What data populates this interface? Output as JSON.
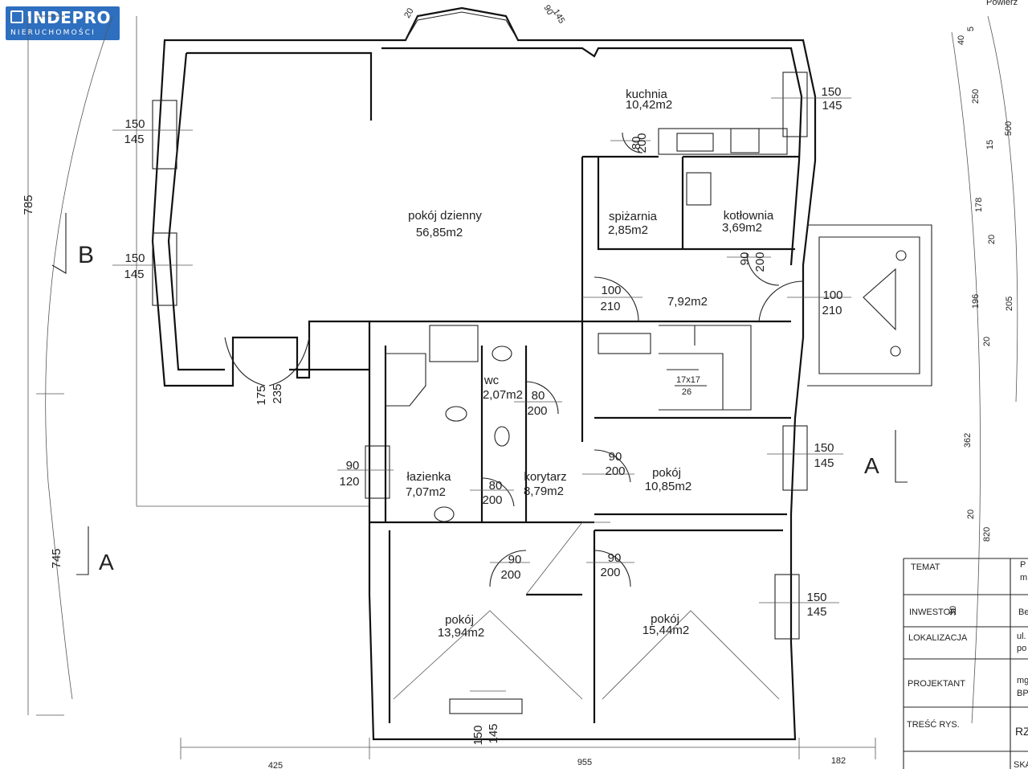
{
  "logo": {
    "brand": "INDEPRO",
    "sub": "NIERUCHOMOŚCI"
  },
  "rooms": {
    "kitchen": {
      "name": "kuchnia",
      "area": "10,42m2"
    },
    "living": {
      "name": "pokój dzienny",
      "area": "56,85m2"
    },
    "pantry": {
      "name": "spiżarnia",
      "area": "2,85m2"
    },
    "boiler": {
      "name": "kotłownia",
      "area": "3,69m2"
    },
    "hall": {
      "area": "7,92m2"
    },
    "wc": {
      "name": "wc",
      "area": "2,07m2"
    },
    "bathroom": {
      "name": "łazienka",
      "area": "7,07m2"
    },
    "corridor": {
      "name": "korytarz",
      "area": "8,79m2"
    },
    "room1": {
      "name": "pokój",
      "area": "10,85m2"
    },
    "room2": {
      "name": "pokój",
      "area": "13,94m2"
    },
    "room3": {
      "name": "pokój",
      "area": "15,44m2"
    }
  },
  "dims": {
    "w150": "150",
    "w145": "145",
    "d100": "100",
    "d210": "210",
    "d90": "90",
    "d200": "200",
    "d80": "80",
    "d120": "120",
    "d175": "175",
    "d235": "235",
    "stairs": "17x17",
    "stairs_n": "26",
    "c785": "785",
    "c745": "745",
    "c425": "425",
    "c955": "955",
    "c182": "182",
    "r40": "40",
    "r5": "5",
    "r250": "250",
    "r500": "500",
    "r15": "15",
    "r178": "178",
    "r20": "20",
    "r196": "196",
    "r205": "205",
    "r362": "362",
    "r820": "820",
    "r30": "30"
  },
  "section": {
    "A": "A",
    "B": "B"
  },
  "titleblock": {
    "temat": "TEMAT",
    "inwestor": "INWESTOR",
    "lokalizacja": "LOKALIZACJA",
    "projektant": "PROJEKTANT",
    "tresc": "TREŚĆ RYS.",
    "v1": "P",
    "v1b": "m",
    "v2": "Be",
    "v3": "ul.",
    "v3b": "po",
    "v4": "mg",
    "v4b": "BP",
    "v5": "RZ",
    "skala": "SKA"
  },
  "corner": "Powierz"
}
